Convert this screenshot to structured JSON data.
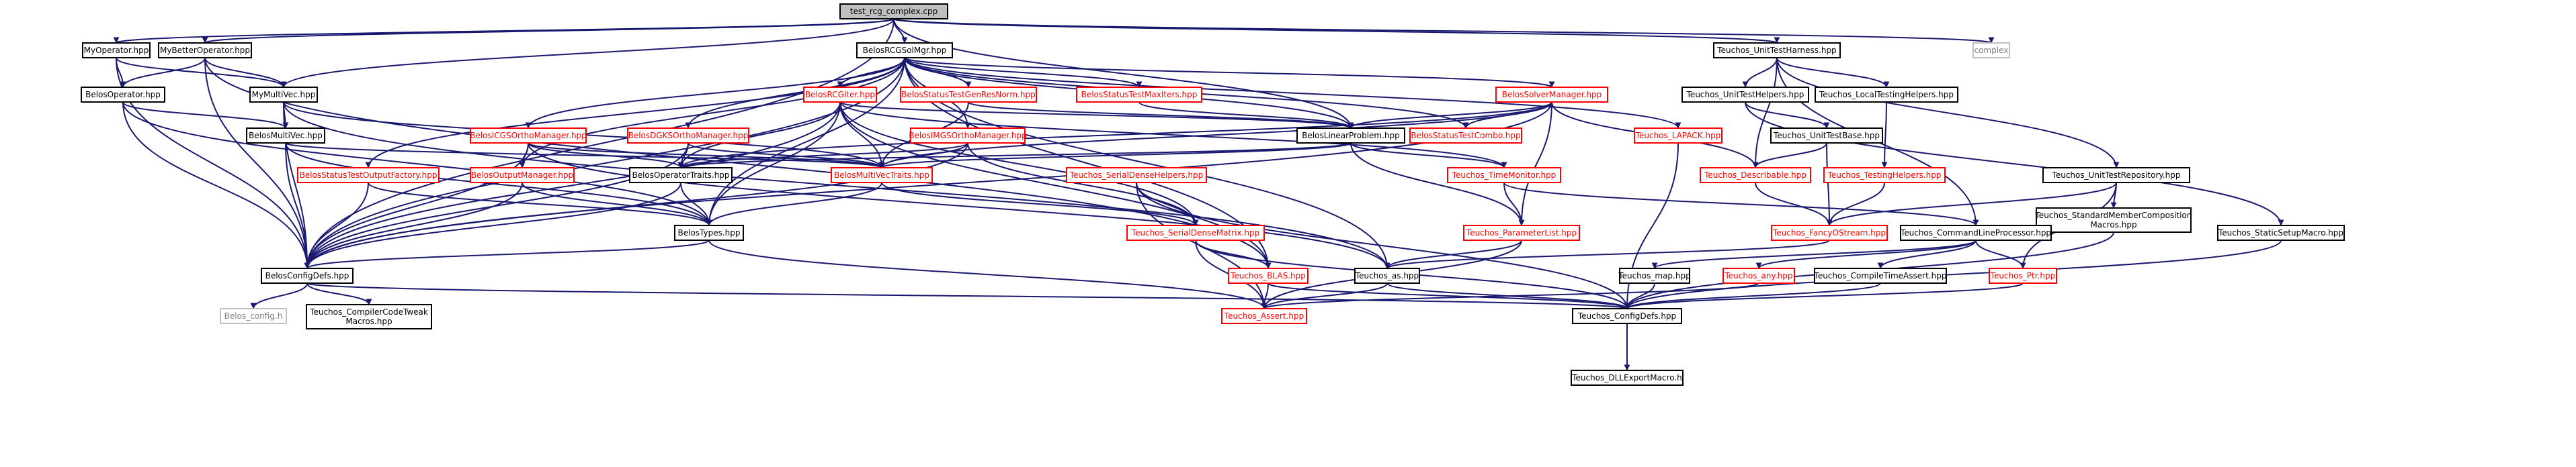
{
  "colors": {
    "edge": "#191970",
    "normal_border": "#000000",
    "normal_text": "#000000",
    "red_border": "#ff0000",
    "red_text": "#ff0000",
    "gray_border": "#bfbfbf",
    "gray_text": "#7f7f7f",
    "root_fill": "#bfbfbf"
  },
  "nodes": [
    {
      "id": "root",
      "label": "test_rcg_complex.cpp",
      "style": "root"
    },
    {
      "id": "myop",
      "label": "MyOperator.hpp",
      "style": "normal"
    },
    {
      "id": "mybetter",
      "label": "MyBetterOperator.hpp",
      "style": "normal"
    },
    {
      "id": "rcgsolmgr",
      "label": "BelosRCGSolMgr.hpp",
      "style": "normal"
    },
    {
      "id": "unittestharness",
      "label": "Teuchos_UnitTestHarness.hpp",
      "style": "normal"
    },
    {
      "id": "complex",
      "label": "complex",
      "style": "gray"
    },
    {
      "id": "belosop",
      "label": "BelosOperator.hpp",
      "style": "normal"
    },
    {
      "id": "mymultivec",
      "label": "MyMultiVec.hpp",
      "style": "normal"
    },
    {
      "id": "rcgiter",
      "label": "BelosRCGIter.hpp",
      "style": "red"
    },
    {
      "id": "genresnorm",
      "label": "BelosStatusTestGenResNorm.hpp",
      "style": "red"
    },
    {
      "id": "maxiters",
      "label": "BelosStatusTestMaxIters.hpp",
      "style": "red"
    },
    {
      "id": "solvermgr",
      "label": "BelosSolverManager.hpp",
      "style": "red"
    },
    {
      "id": "unittesthelpers",
      "label": "Teuchos_UnitTestHelpers.hpp",
      "style": "normal"
    },
    {
      "id": "localtesting",
      "label": "Teuchos_LocalTestingHelpers.hpp",
      "style": "normal"
    },
    {
      "id": "belosmultivec",
      "label": "BelosMultiVec.hpp",
      "style": "normal"
    },
    {
      "id": "icgs",
      "label": "BelosICGSOrthoManager.hpp",
      "style": "red"
    },
    {
      "id": "dgks",
      "label": "BelosDGKSOrthoManager.hpp",
      "style": "red"
    },
    {
      "id": "imgs",
      "label": "BelosIMGSOrthoManager.hpp",
      "style": "red"
    },
    {
      "id": "linproblem",
      "label": "BelosLinearProblem.hpp",
      "style": "normal"
    },
    {
      "id": "combo",
      "label": "BelosStatusTestCombo.hpp",
      "style": "red"
    },
    {
      "id": "lapack",
      "label": "Teuchos_LAPACK.hpp",
      "style": "red"
    },
    {
      "id": "unittestbase",
      "label": "Teuchos_UnitTestBase.hpp",
      "style": "normal"
    },
    {
      "id": "unittestrepo",
      "label": "Teuchos_UnitTestRepository.hpp",
      "style": "normal"
    },
    {
      "id": "outfactory",
      "label": "BelosStatusTestOutputFactory.hpp",
      "style": "red"
    },
    {
      "id": "outmgr",
      "label": "BelosOutputManager.hpp",
      "style": "red"
    },
    {
      "id": "optraits",
      "label": "BelosOperatorTraits.hpp",
      "style": "normal"
    },
    {
      "id": "mvtraits",
      "label": "BelosMultiVecTraits.hpp",
      "style": "red"
    },
    {
      "id": "sdhelpers",
      "label": "Teuchos_SerialDenseHelpers.hpp",
      "style": "red"
    },
    {
      "id": "timemonitor",
      "label": "Teuchos_TimeMonitor.hpp",
      "style": "red"
    },
    {
      "id": "describable",
      "label": "Teuchos_Describable.hpp",
      "style": "red"
    },
    {
      "id": "testinghelpers",
      "label": "Teuchos_TestingHelpers.hpp",
      "style": "red"
    },
    {
      "id": "stdmember",
      "label": [
        "Teuchos_StandardMemberComposition",
        "Macros.hpp"
      ],
      "style": "normal"
    },
    {
      "id": "staticsetup",
      "label": "Teuchos_StaticSetupMacro.hpp",
      "style": "normal"
    },
    {
      "id": "belostypes",
      "label": "BelosTypes.hpp",
      "style": "normal"
    },
    {
      "id": "serialdense",
      "label": "Teuchos_SerialDenseMatrix.hpp",
      "style": "red"
    },
    {
      "id": "paramlist",
      "label": "Teuchos_ParameterList.hpp",
      "style": "red"
    },
    {
      "id": "fancyostream",
      "label": "Teuchos_FancyOStream.hpp",
      "style": "red"
    },
    {
      "id": "cmdline",
      "label": "Teuchos_CommandLineProcessor.hpp",
      "style": "normal"
    },
    {
      "id": "belosconfig",
      "label": "BelosConfigDefs.hpp",
      "style": "normal"
    },
    {
      "id": "blas",
      "label": "Teuchos_BLAS.hpp",
      "style": "red"
    },
    {
      "id": "teuchosas",
      "label": "Teuchos_as.hpp",
      "style": "normal"
    },
    {
      "id": "teuchosmap",
      "label": "Teuchos_map.hpp",
      "style": "normal"
    },
    {
      "id": "teuchosany",
      "label": "Teuchos_any.hpp",
      "style": "red"
    },
    {
      "id": "compiletimeassert",
      "label": "Teuchos_CompileTimeAssert.hpp",
      "style": "normal"
    },
    {
      "id": "teuchosptr",
      "label": "Teuchos_Ptr.hpp",
      "style": "red"
    },
    {
      "id": "belosconfigh",
      "label": "Belos_config.h",
      "style": "gray"
    },
    {
      "id": "compilertweak",
      "label": [
        "Teuchos_CompilerCodeTweak",
        "Macros.hpp"
      ],
      "style": "normal"
    },
    {
      "id": "teuchosassert",
      "label": "Teuchos_Assert.hpp",
      "style": "red"
    },
    {
      "id": "teuchosconfig",
      "label": "Teuchos_ConfigDefs.hpp",
      "style": "normal"
    },
    {
      "id": "dllexport",
      "label": "Teuchos_DLLExportMacro.h",
      "style": "normal"
    }
  ],
  "edges": [
    [
      "root",
      "myop"
    ],
    [
      "root",
      "mybetter"
    ],
    [
      "root",
      "rcgsolmgr"
    ],
    [
      "root",
      "unittestharness"
    ],
    [
      "root",
      "complex"
    ],
    [
      "root",
      "mymultivec"
    ],
    [
      "root",
      "belosconfig"
    ],
    [
      "root",
      "linproblem"
    ],
    [
      "myop",
      "belosop"
    ],
    [
      "myop",
      "mymultivec"
    ],
    [
      "myop",
      "belosconfig"
    ],
    [
      "mybetter",
      "belosop"
    ],
    [
      "mybetter",
      "mymultivec"
    ],
    [
      "mybetter",
      "belosconfig"
    ],
    [
      "mybetter",
      "blas"
    ],
    [
      "belosop",
      "belosmultivec"
    ],
    [
      "belosop",
      "belosconfig"
    ],
    [
      "belosop",
      "belostypes"
    ],
    [
      "mymultivec",
      "belosmultivec"
    ],
    [
      "mymultivec",
      "belosconfig"
    ],
    [
      "mymultivec",
      "mvtraits"
    ],
    [
      "mymultivec",
      "teuchosas"
    ],
    [
      "belosmultivec",
      "mvtraits"
    ],
    [
      "belosmultivec",
      "belosconfig"
    ],
    [
      "belosmultivec",
      "belostypes"
    ],
    [
      "rcgsolmgr",
      "rcgiter"
    ],
    [
      "rcgsolmgr",
      "genresnorm"
    ],
    [
      "rcgsolmgr",
      "maxiters"
    ],
    [
      "rcgsolmgr",
      "solvermgr"
    ],
    [
      "rcgsolmgr",
      "icgs"
    ],
    [
      "rcgsolmgr",
      "dgks"
    ],
    [
      "rcgsolmgr",
      "imgs"
    ],
    [
      "rcgsolmgr",
      "linproblem"
    ],
    [
      "rcgsolmgr",
      "combo"
    ],
    [
      "rcgsolmgr",
      "lapack"
    ],
    [
      "rcgsolmgr",
      "outfactory"
    ],
    [
      "rcgsolmgr",
      "outmgr"
    ],
    [
      "rcgsolmgr",
      "belostypes"
    ],
    [
      "rcgsolmgr",
      "blas"
    ],
    [
      "rcgsolmgr",
      "teuchosas"
    ],
    [
      "rcgsolmgr",
      "belosconfig"
    ],
    [
      "rcgiter",
      "mvtraits"
    ],
    [
      "rcgiter",
      "optraits"
    ],
    [
      "rcgiter",
      "belostypes"
    ],
    [
      "rcgiter",
      "linproblem"
    ],
    [
      "rcgiter",
      "serialdense"
    ],
    [
      "rcgiter",
      "belosconfig"
    ],
    [
      "rcgiter",
      "timemonitor"
    ],
    [
      "rcgiter",
      "blas"
    ],
    [
      "genresnorm",
      "mvtraits"
    ],
    [
      "genresnorm",
      "linproblem"
    ],
    [
      "maxiters",
      "linproblem"
    ],
    [
      "solvermgr",
      "linproblem"
    ],
    [
      "solvermgr",
      "combo"
    ],
    [
      "solvermgr",
      "paramlist"
    ],
    [
      "solvermgr",
      "describable"
    ],
    [
      "solvermgr",
      "mvtraits"
    ],
    [
      "solvermgr",
      "optraits"
    ],
    [
      "solvermgr",
      "belosconfig"
    ],
    [
      "icgs",
      "mvtraits"
    ],
    [
      "icgs",
      "optraits"
    ],
    [
      "icgs",
      "outmgr"
    ],
    [
      "icgs",
      "belosconfig"
    ],
    [
      "icgs",
      "teuchosas"
    ],
    [
      "dgks",
      "mvtraits"
    ],
    [
      "dgks",
      "optraits"
    ],
    [
      "dgks",
      "belosconfig"
    ],
    [
      "imgs",
      "mvtraits"
    ],
    [
      "imgs",
      "optraits"
    ],
    [
      "imgs",
      "belosconfig"
    ],
    [
      "imgs",
      "serialdense"
    ],
    [
      "linproblem",
      "mvtraits"
    ],
    [
      "linproblem",
      "optraits"
    ],
    [
      "linproblem",
      "timemonitor"
    ],
    [
      "linproblem",
      "paramlist"
    ],
    [
      "outfactory",
      "belosconfig"
    ],
    [
      "outfactory",
      "belostypes"
    ],
    [
      "outmgr",
      "belosconfig"
    ],
    [
      "outmgr",
      "belostypes"
    ],
    [
      "optraits",
      "belostypes"
    ],
    [
      "optraits",
      "belosconfig"
    ],
    [
      "mvtraits",
      "belostypes"
    ],
    [
      "mvtraits",
      "serialdense"
    ],
    [
      "sdhelpers",
      "serialdense"
    ],
    [
      "sdhelpers",
      "teuchosassert"
    ],
    [
      "sdhelpers",
      "teuchosconfig"
    ],
    [
      "timemonitor",
      "paramlist"
    ],
    [
      "timemonitor",
      "cmdline"
    ],
    [
      "lapack",
      "teuchosconfig"
    ],
    [
      "unittestharness",
      "unittesthelpers"
    ],
    [
      "unittestharness",
      "localtesting"
    ],
    [
      "unittestharness",
      "unittestrepo"
    ],
    [
      "unittestharness",
      "cmdline"
    ],
    [
      "unittestharness",
      "describable"
    ],
    [
      "unittesthelpers",
      "unittestbase"
    ],
    [
      "unittesthelpers",
      "staticsetup"
    ],
    [
      "localtesting",
      "testinghelpers"
    ],
    [
      "unittestbase",
      "describable"
    ],
    [
      "unittestbase",
      "fancyostream"
    ],
    [
      "describable",
      "fancyostream"
    ],
    [
      "testinghelpers",
      "fancyostream"
    ],
    [
      "unittestrepo",
      "fancyostream"
    ],
    [
      "unittestrepo",
      "stdmember"
    ],
    [
      "unittestrepo",
      "teuchosptr"
    ],
    [
      "stdmember",
      "teuchosconfig"
    ],
    [
      "staticsetup",
      "teuchosconfig"
    ],
    [
      "belostypes",
      "belosconfig"
    ],
    [
      "belostypes",
      "teuchosassert"
    ],
    [
      "serialdense",
      "blas"
    ],
    [
      "serialdense",
      "teuchosassert"
    ],
    [
      "serialdense",
      "teuchosconfig"
    ],
    [
      "paramlist",
      "teuchosas"
    ],
    [
      "paramlist",
      "teuchosassert"
    ],
    [
      "fancyostream",
      "teuchosas"
    ],
    [
      "cmdline",
      "teuchosmap"
    ],
    [
      "cmdline",
      "teuchosany"
    ],
    [
      "cmdline",
      "compiletimeassert"
    ],
    [
      "cmdline",
      "teuchosptr"
    ],
    [
      "belosconfig",
      "belosconfigh"
    ],
    [
      "belosconfig",
      "compilertweak"
    ],
    [
      "belosconfig",
      "teuchosconfig"
    ],
    [
      "blas",
      "teuchosassert"
    ],
    [
      "blas",
      "teuchosconfig"
    ],
    [
      "teuchosas",
      "teuchosassert"
    ],
    [
      "teuchosas",
      "teuchosconfig"
    ],
    [
      "teuchosmap",
      "teuchosconfig"
    ],
    [
      "teuchosany",
      "teuchosassert"
    ],
    [
      "compiletimeassert",
      "teuchosconfig"
    ],
    [
      "teuchosptr",
      "teuchosconfig"
    ],
    [
      "teuchosconfig",
      "dllexport"
    ]
  ]
}
